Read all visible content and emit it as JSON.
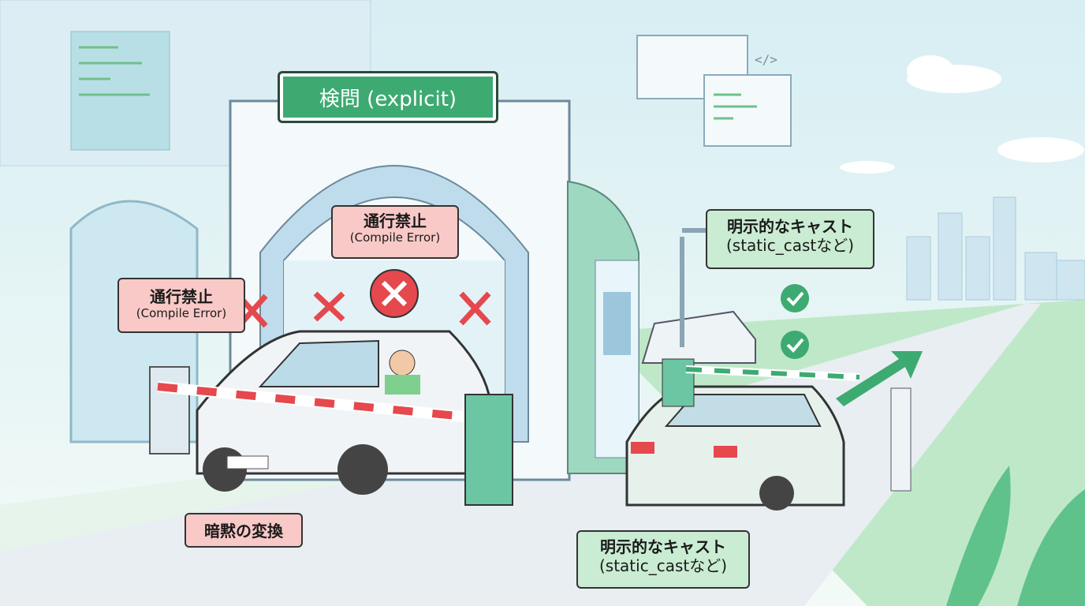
{
  "title": "検問 (explicit)",
  "labels": {
    "error_left": {
      "main": "通行禁止",
      "sub": "(Compile Error)"
    },
    "error_center": {
      "main": "通行禁止",
      "sub": "(Compile Error)"
    },
    "implicit": "暗黙の変換",
    "explicit_top": {
      "main": "明示的なキャスト",
      "sub": "(static_castなど)"
    },
    "explicit_bottom": {
      "main": "明示的なキャスト",
      "sub": "(static_castなど)"
    }
  },
  "code_symbol": "</>",
  "colors": {
    "error": "#e5484d",
    "ok": "#3daa72",
    "label_red": "#f9c9c7",
    "label_green": "#c9ecd3"
  }
}
